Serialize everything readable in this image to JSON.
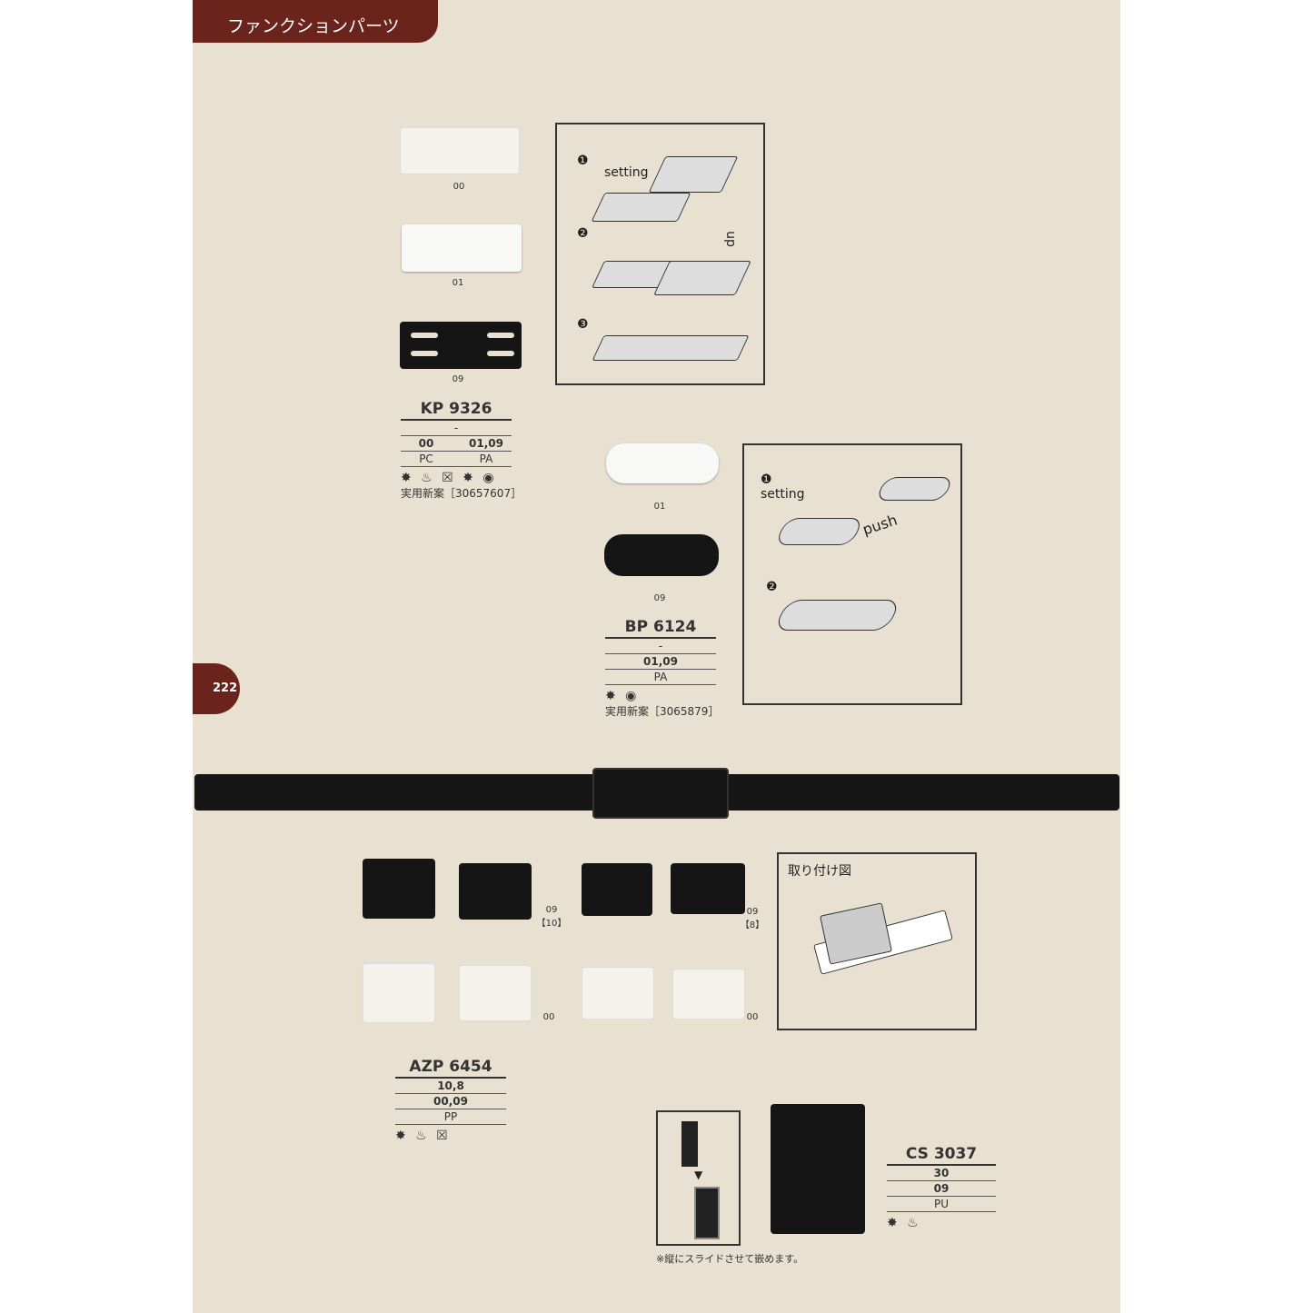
{
  "header": {
    "title": "ファンクションパーツ",
    "page_number": "222"
  },
  "kp9326": {
    "title": "KP 9326",
    "size": "-",
    "colors": [
      "00",
      "01,09"
    ],
    "materials": [
      "PC",
      "PA"
    ],
    "icons": "✸ ♨ ☒ ✸ ◉",
    "patent": "実用新案［30657607］",
    "variants": [
      "00",
      "01",
      "09"
    ]
  },
  "kp_diagram": {
    "step1": "❶",
    "step2": "❷",
    "step3": "❸",
    "setting": "setting",
    "up": "up"
  },
  "bp6124": {
    "title": "BP 6124",
    "size": "-",
    "colors": "01,09",
    "material": "PA",
    "icons": "✸ ◉",
    "patent": "実用新案［3065879］",
    "variants": [
      "01",
      "09"
    ]
  },
  "bp_diagram": {
    "step1": "❶",
    "step2": "❷",
    "setting": "setting",
    "push": "push"
  },
  "azp6454": {
    "title": "AZP 6454",
    "size": "10,8",
    "colors": "00,09",
    "material": "PP",
    "icons": "✸ ♨ ☒",
    "labels": {
      "black10_code": "09",
      "black10_size": "【10】",
      "black8_code": "09",
      "black8_size": "【8】",
      "clear10": "00",
      "clear8": "00"
    }
  },
  "attach_diagram": {
    "title": "取り付け図"
  },
  "cs3037": {
    "title": "CS 3037",
    "size": "30",
    "colors": "09",
    "material": "PU",
    "icons": "✸ ♨",
    "note": "※縦にスライドさせて嵌めます。"
  }
}
